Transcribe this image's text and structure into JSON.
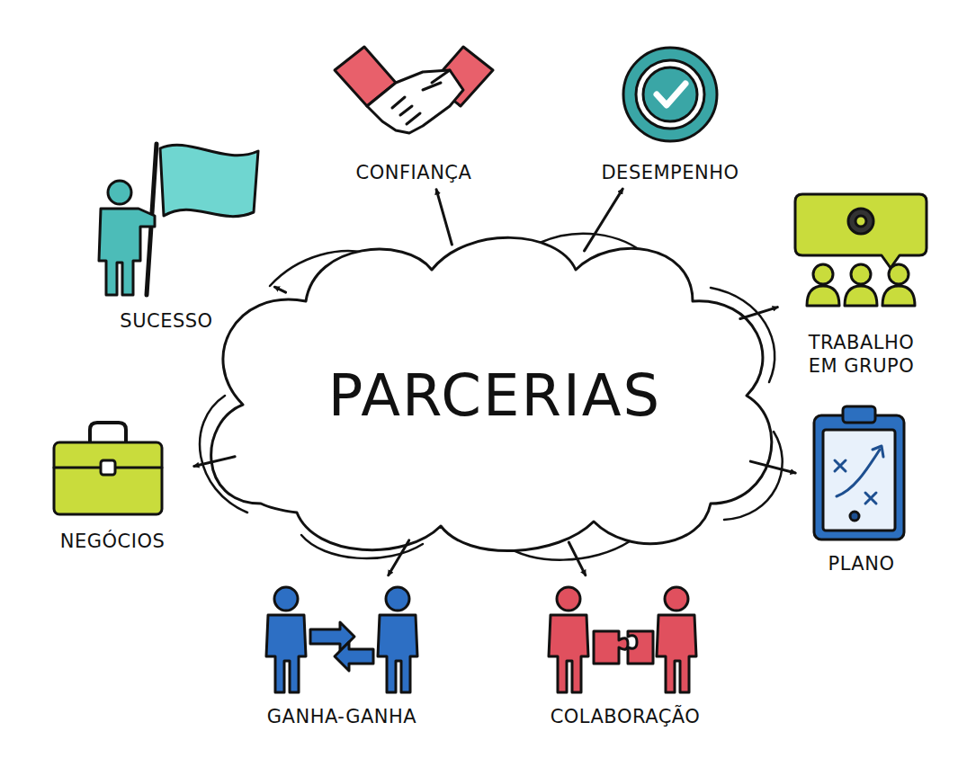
{
  "diagram": {
    "nodes": [
      {
        "text": [
          "PARCERIAS"
        ]
      },
      {
        "text": [
          "CONFIANÇA"
        ]
      },
      {
        "text": [
          "DESEMPENHO"
        ]
      },
      {
        "text": [
          "SUCESSO"
        ]
      },
      {
        "text": [
          "TRABALHO EM GRUPO"
        ]
      },
      {
        "text": [
          "NEGÓCIOS"
        ]
      },
      {
        "text": [
          "PLANO"
        ]
      },
      {
        "text": [
          "GANHA-GANHA"
        ]
      },
      {
        "text": [
          "COLABORAÇÃO"
        ]
      }
    ],
    "edges": [
      {
        "from": 0,
        "to": 1,
        "arrow": "to"
      },
      {
        "from": 0,
        "to": 2,
        "arrow": "to"
      },
      {
        "from": 0,
        "to": 3,
        "arrow": "to"
      },
      {
        "from": 0,
        "to": 4,
        "arrow": "to"
      },
      {
        "from": 0,
        "to": 5,
        "arrow": "to"
      },
      {
        "from": 0,
        "to": 6,
        "arrow": "to"
      },
      {
        "from": 0,
        "to": 7,
        "arrow": "to"
      },
      {
        "from": 0,
        "to": 8,
        "arrow": "to"
      }
    ]
  }
}
